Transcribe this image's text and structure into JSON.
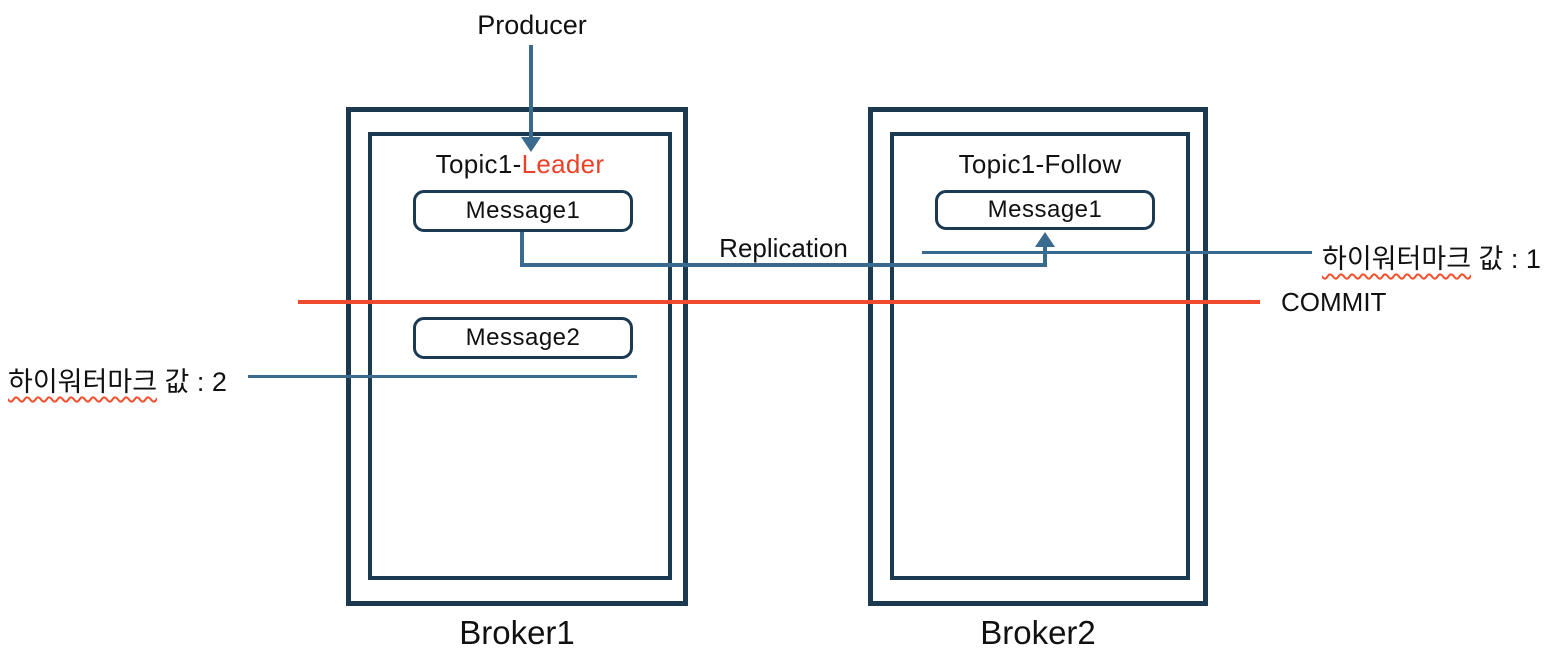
{
  "producer": {
    "label": "Producer"
  },
  "replication": {
    "label": "Replication"
  },
  "commit": {
    "label": "COMMIT"
  },
  "brokers": [
    {
      "name": "Broker1",
      "topic_prefix": "Topic1-",
      "topic_role": "Leader",
      "messages": [
        "Message1",
        "Message2"
      ]
    },
    {
      "name": "Broker2",
      "topic": "Topic1-Follow",
      "messages": [
        "Message1"
      ]
    }
  ],
  "high_watermarks": {
    "left": {
      "term": "하이워터마크",
      "rest": " 값 : 2"
    },
    "right": {
      "term": "하이워터마크",
      "rest": " 값 : 1"
    }
  },
  "colors": {
    "box_border_navy": "#1b3a52",
    "arrow_steel_blue": "#3a6b8e",
    "commit_red": "#f04a2e",
    "leader_text_red": "#ea4228",
    "squiggle_red": "#f4502e",
    "text_black": "#111111",
    "background": "#ffffff"
  }
}
